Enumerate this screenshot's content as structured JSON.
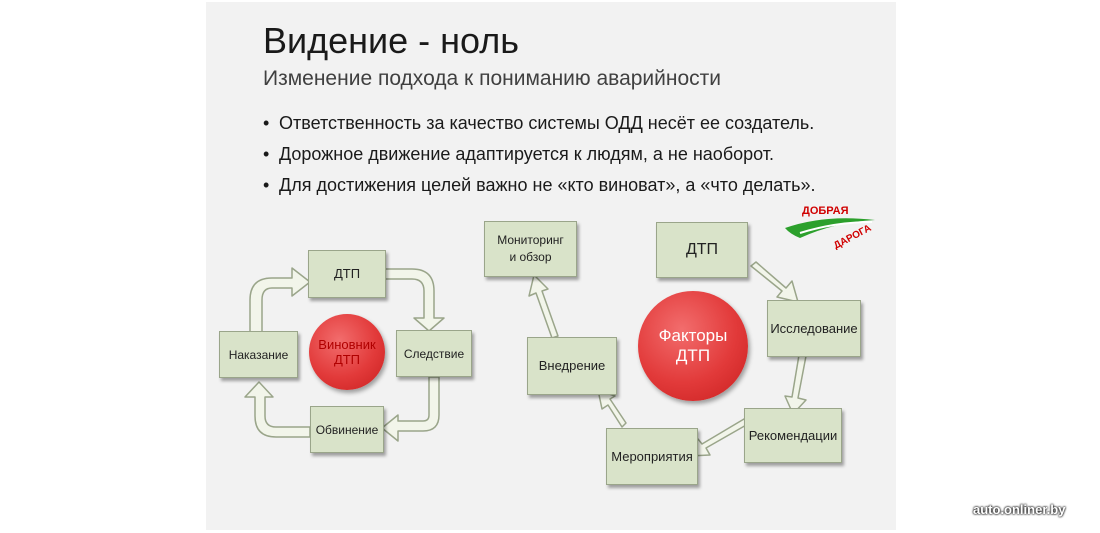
{
  "slide": {
    "title": "Видение - ноль",
    "subtitle": "Изменение подхода к пониманию аварийности",
    "bullets": [
      "Ответственность за качество системы ОДД несёт ее создатель.",
      "Дорожное движение адаптируется к людям, а не наоборот.",
      "Для достижения целей важно не «кто виноват», а «что делать»."
    ],
    "bullet_mark": "•"
  },
  "left_cycle": {
    "center": [
      "Виновник",
      "ДТП"
    ],
    "steps": [
      "ДТП",
      "Следствие",
      "Обвинение",
      "Наказание"
    ]
  },
  "right_cycle": {
    "center": [
      "Факторы",
      "ДТП"
    ],
    "steps": {
      "dtp": "ДТП",
      "research": "Исследование",
      "recommendations": "Рекомендации",
      "measures": "Мероприятия",
      "implementation": "Внедрение",
      "monitoring": [
        "Мониторинг",
        "и обзор"
      ]
    }
  },
  "logo": {
    "line1": "ДОБРАЯ",
    "line2": "ДАРОГА"
  },
  "watermark": "auto.onliner.by",
  "colors": {
    "box_fill": "#d9e3c9",
    "circle_red": "#e23a3a",
    "arrow_fill": "#f2f5ea",
    "logo_green": "#2ca02c",
    "logo_red": "#d00000"
  }
}
